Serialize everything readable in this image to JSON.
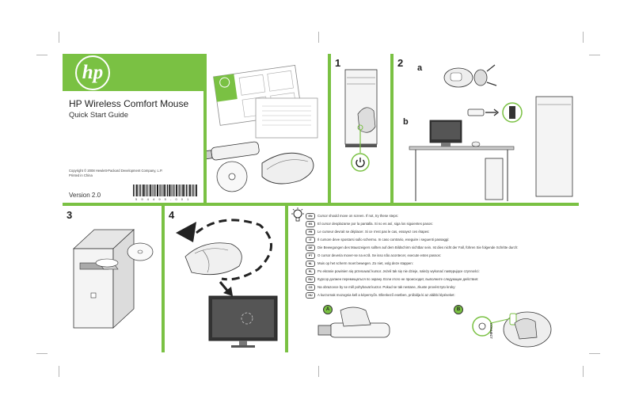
{
  "cover": {
    "logo_text": "hp",
    "product_title": "HP Wireless Comfort Mouse",
    "subtitle": "Quick Start Guide",
    "copyright": "Copyright © 2008 Hewlett-Packard Development Company, L.P.",
    "printed": "Printed in China",
    "version": "Version 2.0",
    "barcode_number": "5 9 4 4 9 5 - 0 0 1"
  },
  "steps": {
    "step1": "1",
    "step2": "2",
    "step2a": "a",
    "step2b": "b",
    "step3": "3",
    "step4": "4"
  },
  "troubleshooting": {
    "languages": [
      {
        "code": "EN",
        "text": "Cursor should move on screen. If not, try these steps:"
      },
      {
        "code": "ES",
        "text": "El cursor desplazarse por la pantalla. Si no es así, siga los siguientes pasos:"
      },
      {
        "code": "FR",
        "text": "Le curseur devrait se déplacer. Si ce n'est pas le cas, essayez ces étapes:"
      },
      {
        "code": "IT",
        "text": "Il cursore deve spostarsi sullo schermo. In caso contrario, eseguire i seguenti passaggi:"
      },
      {
        "code": "DE",
        "text": "Die Bewegungen des Mauszeigers sollten auf dem Bildschirm sichtbar sein. Ist dies nicht der Fall, führen Sie folgende Schritte durch:"
      },
      {
        "code": "PT",
        "text": "O cursor deveria mover-se na ecrã. Se isso não acontecer, execute estes passos:"
      },
      {
        "code": "NL",
        "text": "Muis op het scherm moet bewegen. Zo niet, volg deze stappen:"
      },
      {
        "code": "PL",
        "text": "Po ekranie powinien się przesuwać kursor. Jeżeli tak się nie dzieje, należy wykonać następujące czynności:"
      },
      {
        "code": "RU",
        "text": "Курсор должен перемещаться по экрану. Если этого не происходит, выполните следующие действия:"
      },
      {
        "code": "CS",
        "text": "Na obrazovce by se měl pohybovat kurzor. Pokud se tak nestane, zkuste provést tyto kroky:"
      },
      {
        "code": "HU",
        "text": "A kurzornak mozognia kell a képernyőn. Ellenkező esetben, próbálja ki az alábbi lépéseket:"
      }
    ],
    "callout_a": "A",
    "callout_b": "B",
    "connect_label": "CONNECT"
  },
  "colors": {
    "hp_green": "#7ac143",
    "dark": "#222222"
  },
  "icons": [
    "hp-logo",
    "power-icon",
    "lightbulb-icon",
    "usb-icon",
    "arrow-icon"
  ]
}
